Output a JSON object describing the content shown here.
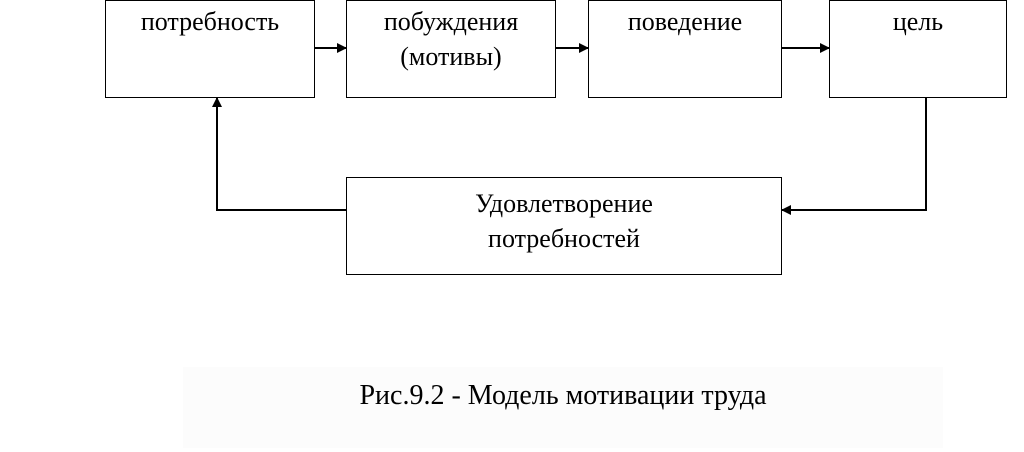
{
  "diagram": {
    "nodes": {
      "need": "потребность",
      "motives_line1": "побуждения",
      "motives_line2": "(мотивы)",
      "behavior": "поведение",
      "goal": "цель",
      "satisfaction_line1": "Удовлетворение",
      "satisfaction_line2": "потребностей"
    },
    "caption": "Рис.9.2 - Модель мотивации труда"
  }
}
